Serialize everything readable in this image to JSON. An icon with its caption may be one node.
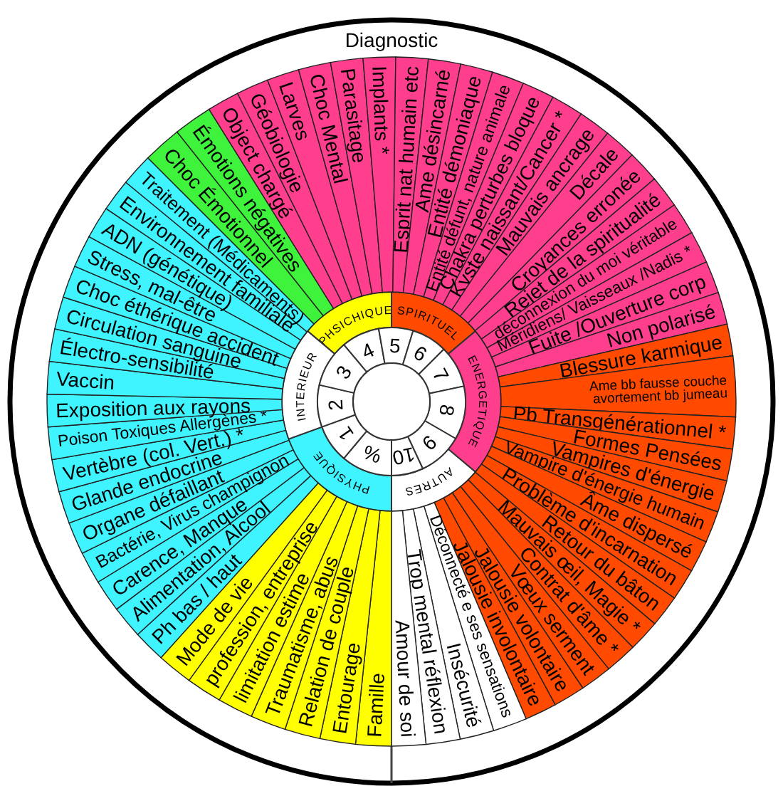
{
  "diagram": {
    "title": "Diagnostic",
    "nodes": [
      {
        "text": [
          "PHSICHIQUE"
        ]
      },
      {
        "text": [
          "SPIRITUEL"
        ]
      },
      {
        "text": [
          "ENERGETIQUE"
        ]
      },
      {
        "text": [
          "AUTRES"
        ]
      },
      {
        "text": [
          "PHYSIQUE"
        ]
      },
      {
        "text": [
          "INTERIEUR"
        ]
      },
      {
        "text": [
          "4"
        ]
      },
      {
        "text": [
          "5"
        ]
      },
      {
        "text": [
          "6"
        ]
      },
      {
        "text": [
          "7"
        ]
      },
      {
        "text": [
          "8"
        ]
      },
      {
        "text": [
          "9"
        ]
      },
      {
        "text": [
          "10"
        ]
      },
      {
        "text": [
          "%"
        ]
      },
      {
        "text": [
          "1"
        ]
      },
      {
        "text": [
          "2"
        ]
      },
      {
        "text": [
          "3"
        ]
      },
      {
        "text": [
          "Object chargé"
        ]
      },
      {
        "text": [
          "Géobiologie"
        ]
      },
      {
        "text": [
          "Larves"
        ]
      },
      {
        "text": [
          "Choc Mental"
        ]
      },
      {
        "text": [
          "Parasitage"
        ]
      },
      {
        "text": [
          "Implants *"
        ]
      },
      {
        "text": [
          "Esprit nat humain etc"
        ]
      },
      {
        "text": [
          "Ame désincarné"
        ]
      },
      {
        "text": [
          "Entité démoniaque"
        ]
      },
      {
        "text": [
          "Entité défunt, nature animale"
        ]
      },
      {
        "text": [
          "Chakra perturbes bloque"
        ]
      },
      {
        "text": [
          "Kyste naissant/Cancer *"
        ]
      },
      {
        "text": [
          "Mauvais ancrage"
        ]
      },
      {
        "text": [
          "Décale"
        ]
      },
      {
        "text": [
          "Croyances erronée"
        ]
      },
      {
        "text": [
          "Rejet de la spiritualité"
        ]
      },
      {
        "text": [
          "déconnexion du moi véritable"
        ]
      },
      {
        "text": [
          "Méridiens/ Vaisseaux /Nadis *"
        ]
      },
      {
        "text": [
          "Fuite /Ouverture corp"
        ]
      },
      {
        "text": [
          "Non polarisé"
        ]
      },
      {
        "text": [
          "Blessure karmique"
        ]
      },
      {
        "text": [
          "Ame bb fausse couche avortement bb jumeau"
        ]
      },
      {
        "text": [
          "Pb Transgénérationnel *"
        ]
      },
      {
        "text": [
          "Formes Pensées"
        ]
      },
      {
        "text": [
          "Vampires d'énergie"
        ]
      },
      {
        "text": [
          "Vampire d'énergie humain"
        ]
      },
      {
        "text": [
          "Âme dispersé"
        ]
      },
      {
        "text": [
          "Problème d'incarnation"
        ]
      },
      {
        "text": [
          "Retour du bâton"
        ]
      },
      {
        "text": [
          "Mauvais œil, Magie *"
        ]
      },
      {
        "text": [
          "Contrat d'âme *"
        ]
      },
      {
        "text": [
          "Vœux serment"
        ]
      },
      {
        "text": [
          "Jalousie volontaire"
        ]
      },
      {
        "text": [
          "Jalousie involontaire"
        ]
      },
      {
        "text": [
          "Déconnecté e ses sensations"
        ]
      },
      {
        "text": [
          "Insécurité"
        ]
      },
      {
        "text": [
          "Trop mental réflexion"
        ]
      },
      {
        "text": [
          "Amour de soi"
        ]
      },
      {
        "text": [
          "Famille"
        ]
      },
      {
        "text": [
          "Entourage"
        ]
      },
      {
        "text": [
          "Relation de couple"
        ]
      },
      {
        "text": [
          "Traumatisme, abus"
        ]
      },
      {
        "text": [
          "limitation estime"
        ]
      },
      {
        "text": [
          "profession, entreprise"
        ]
      },
      {
        "text": [
          "Mode de vie"
        ]
      },
      {
        "text": [
          "Ph  bas / haut"
        ]
      },
      {
        "text": [
          "Alimentation, Alcool"
        ]
      },
      {
        "text": [
          "Carence, Manque"
        ]
      },
      {
        "text": [
          "Bactérie, Virus champignon"
        ]
      },
      {
        "text": [
          "Organe défaillant"
        ]
      },
      {
        "text": [
          "Glande endocrine"
        ]
      },
      {
        "text": [
          "Vertèbre (col. Vert.) *"
        ]
      },
      {
        "text": [
          "Poison Toxiques Allergènes *"
        ]
      },
      {
        "text": [
          "Exposition aux rayons"
        ]
      },
      {
        "text": [
          "Vaccin"
        ]
      },
      {
        "text": [
          "Électro-sensibilité"
        ]
      },
      {
        "text": [
          "Circulation sanguine"
        ]
      },
      {
        "text": [
          "Choc éthérique accident"
        ]
      },
      {
        "text": [
          "Stress, mal-être"
        ]
      },
      {
        "text": [
          "ADN (génétique)"
        ]
      },
      {
        "text": [
          "Environnement  familiale"
        ]
      },
      {
        "text": [
          "Traitement (Médicaments)"
        ]
      },
      {
        "text": [
          "Choc Émotionnel"
        ]
      },
      {
        "text": [
          "Émotions négatives"
        ]
      }
    ]
  }
}
